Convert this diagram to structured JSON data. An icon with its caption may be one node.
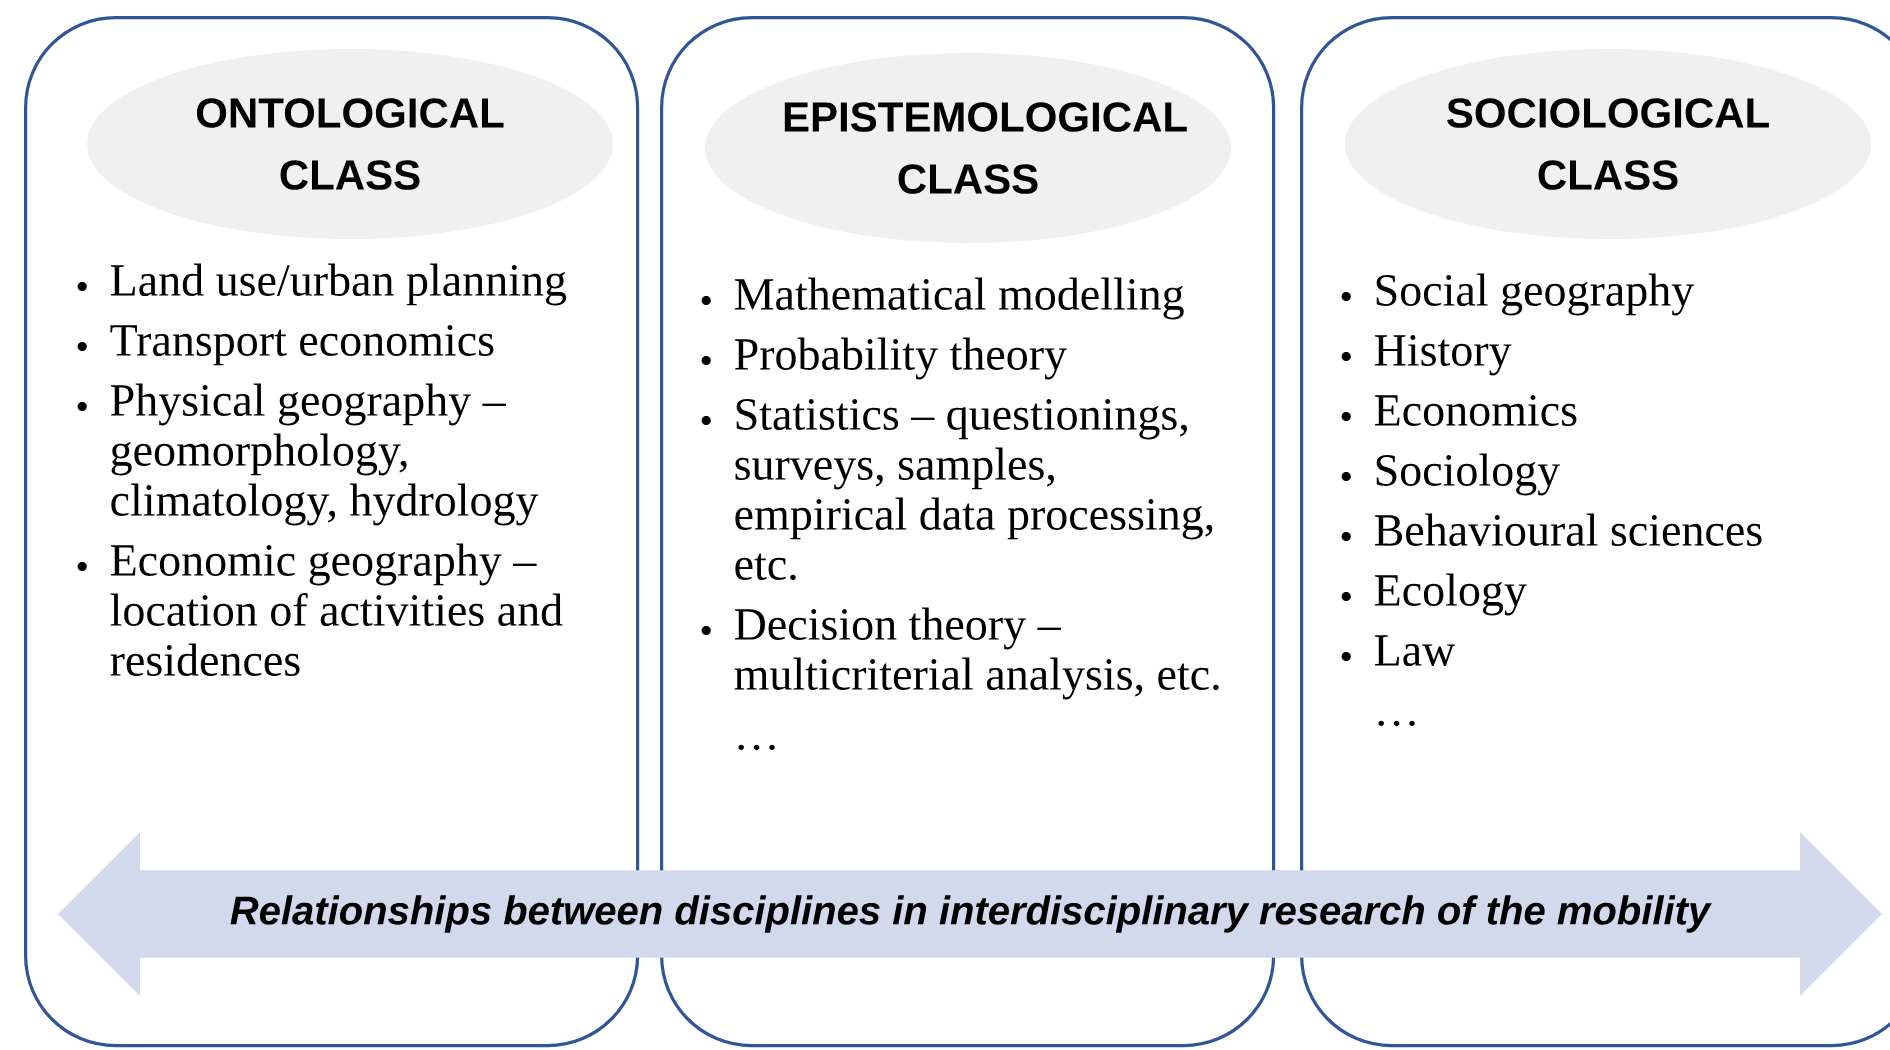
{
  "diagram": {
    "nodes": [
      {
        "text": [
          "Land use/urban planning",
          "Transport economics",
          "Physical geography – geomorphology, climatology, hydrology",
          "Economic geography – location of activities and residences"
        ]
      },
      {
        "text": [
          "ONTOLOGICAL CLASS"
        ],
        "in": 0
      },
      {
        "text": [
          "Mathematical modelling",
          "Probability theory",
          "Statistics – questionings, surveys, samples, empirical data processing, etc.",
          "Decision theory – multicriterial analysis, etc."
        ]
      },
      {
        "text": [
          "EPISTEMOLOGICAL CLASS"
        ],
        "in": 2
      },
      {
        "text": [
          "Social geography",
          "History",
          "Economics",
          "Sociology",
          "Behavioural sciences",
          "Ecology",
          "Law"
        ]
      },
      {
        "text": [
          "SOCIOLOGICAL CLASS"
        ],
        "in": 4
      },
      {
        "text": [
          "Relationships between disciplines in interdisciplinary research of the mobility"
        ]
      }
    ],
    "labels": [
      "…",
      "…"
    ]
  }
}
